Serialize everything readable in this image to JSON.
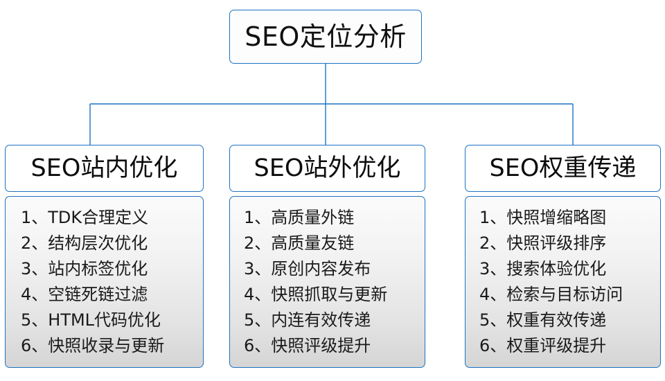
{
  "diagram": {
    "type": "tree-chart",
    "root": {
      "title": "SEO定位分析"
    },
    "branches": [
      {
        "header": "SEO站内优化",
        "items": [
          "1、TDK合理定义",
          "2、结构层次优化",
          "3、站内标签优化",
          "4、空链死链过滤",
          "5、HTML代码优化",
          "6、快照收录与更新"
        ]
      },
      {
        "header": "SEO站外优化",
        "items": [
          "1、高质量外链",
          "2、高质量友链",
          "3、原创内容发布",
          "4、快照抓取与更新",
          "5、内连有效传递",
          "6、快照评级提升"
        ]
      },
      {
        "header": "SEO权重传递",
        "items": [
          "1、快照增缩略图",
          "2、快照评级排序",
          "3、搜索体验优化",
          "4、检索与目标访问",
          "5、权重有效传递",
          "6、权重评级提升"
        ]
      }
    ],
    "colors": {
      "border": "#1b72c4",
      "root_background": "#fdfdfd",
      "header_background": "#ffffff",
      "body_gradient_top": "#fbfbfb",
      "body_gradient_bottom": "#d5d5d5",
      "text": "#101010",
      "page_background": "#ffffff"
    }
  }
}
